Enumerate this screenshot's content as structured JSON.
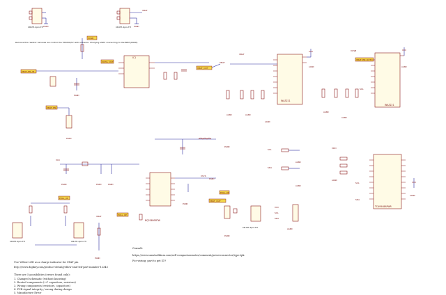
{
  "connectors": {
    "j_left1": "CB-PH-2pin-TH",
    "j_left2": "CB-PH-2pin-TH",
    "j_bottom1": "CB-PH-2pin-TH",
    "j_bottom2": "CB-PH-2pin-TH",
    "j_center": "CB-PH-2pin-TH"
  },
  "nets": {
    "vbat": "VBAT",
    "vsys": "VSYS",
    "vusb": "VUSB",
    "vcc": "VCC",
    "vdd": "VDD",
    "pgnd": "PGND",
    "agnd": "AGND",
    "dgnd": "DGND",
    "scl": "SCL",
    "sda": "SDA",
    "pull_up": "PULL_UP",
    "vbat_out": "VBAT_OUT",
    "vbat_en": "VBAT_EN",
    "vbat_en_out": "VBAT_EN_OUT",
    "vchg_out": "VCHG_OUT",
    "vbat_en_in": "VBAT_EN_IN"
  },
  "labels": {
    "charger_note": "Remove this resistor because we control the TP4056/57 with software. Charging VBAT connecting to the BPM (POKE).",
    "ic_charger": "IC1",
    "ic_adc1": "INA3221",
    "ic_adc2": "INA3221",
    "ic_buckboost": "BQ25895RTW",
    "ic_mux": "TCA9548APWR"
  },
  "footnotes": {
    "consult_title": "Consult:",
    "consult_url": "https://www.sunstarlilium.com/sell-comparisonnotes/comment/powerconnector/type.tpk",
    "for_wiring": "For wiring: part to get ID?",
    "led_note": "Use Yellow LED as a charge indicator for STAT pin",
    "led_url": "http://www.digikey.com/product-detail/yellow-smd-led-part-number-12345",
    "list_title": "There are 5 possibilities (errors found only):",
    "list_items": [
      "1. Changed schematic (without knowing)",
      "2. Routed components (+C capacitors, resistors)",
      "3. Wrong components (resistors, capacitors)",
      "4. PCB signal integrity / wrong during design",
      "5. Manufacture Error"
    ]
  }
}
